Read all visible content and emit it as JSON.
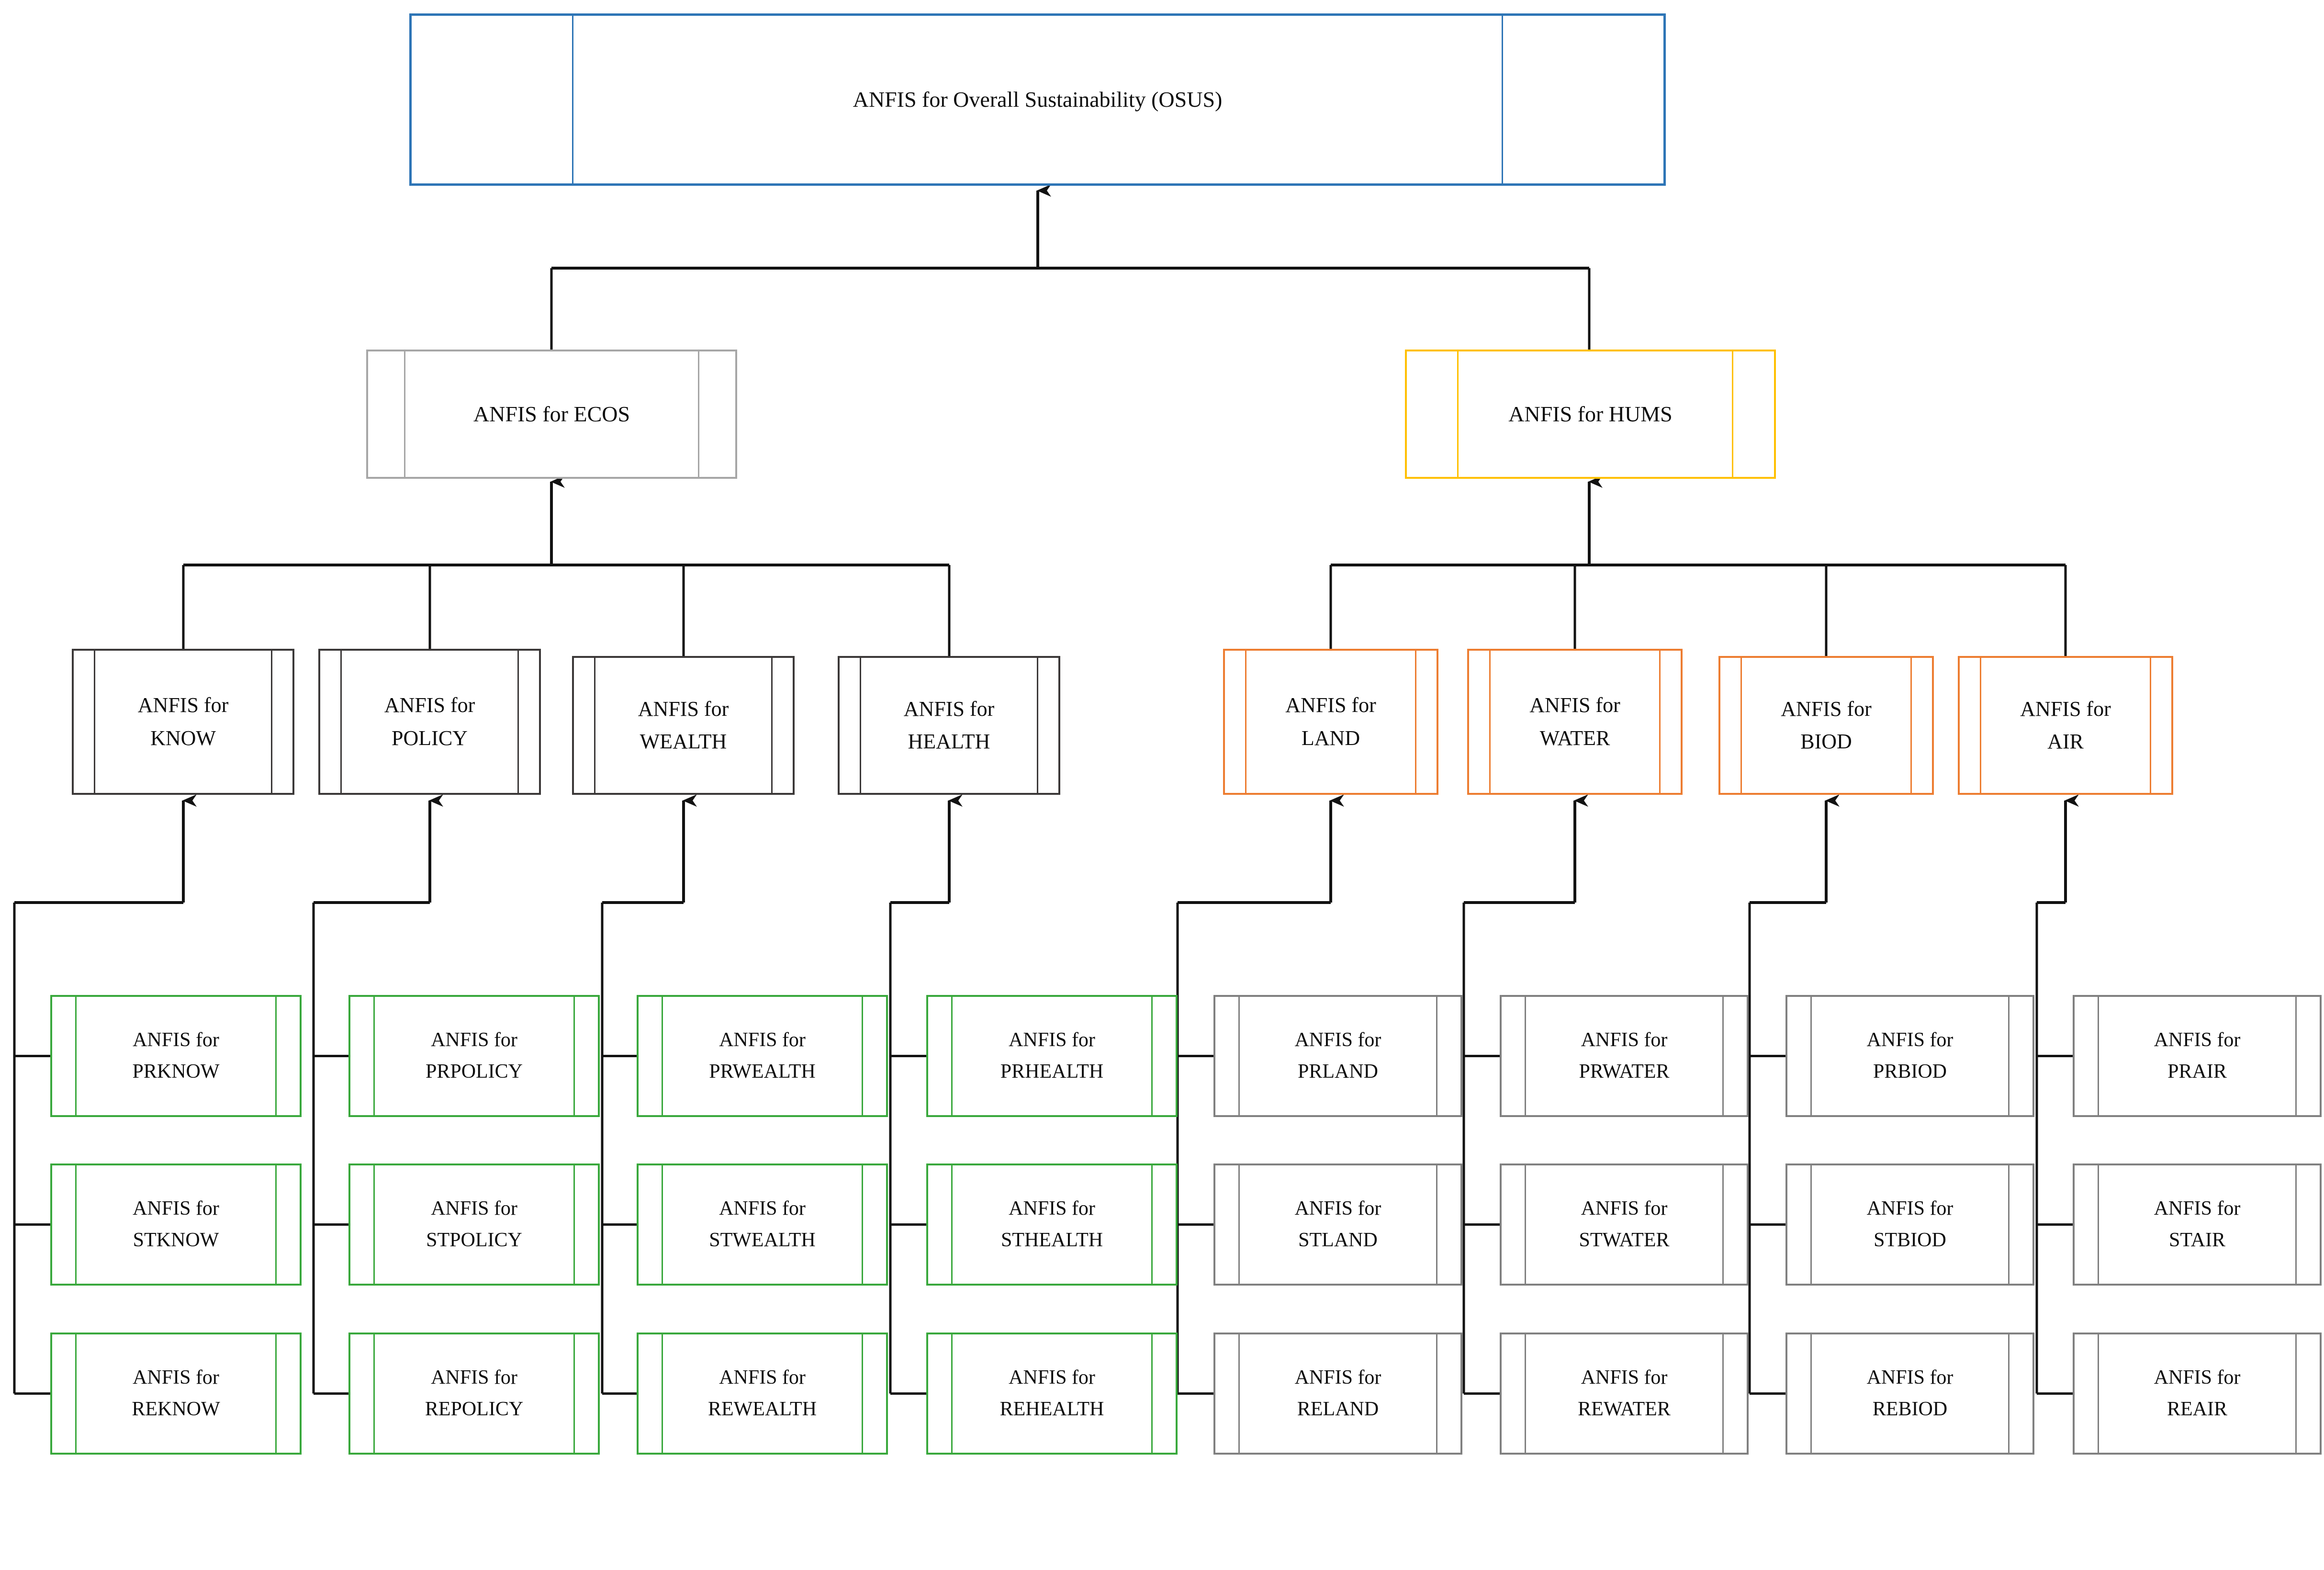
{
  "diagram": {
    "title_text": "ANFIS for Overall Sustainability (OSUS)",
    "prefix": "ANFIS for",
    "colors": {
      "root_border": "#2E75B6",
      "ecos_border": "#A6A6A6",
      "hums_border": "#FFC000",
      "ecos_children_border": "#3B3838",
      "hums_children_border": "#ED7D31",
      "ecos_leaf_border": "#39A83C",
      "hums_leaf_border": "#808080",
      "connector": "#1A1A1A",
      "text": "#0D0D0D",
      "background": "#FFFFFF"
    },
    "root": {
      "id": "osus",
      "label": "ANFIS for Overall Sustainability (OSUS)",
      "line1": "ANFIS for Overall Sustainability (OSUS)",
      "line2": ""
    },
    "level2": [
      {
        "id": "ecos",
        "label": "ANFIS for ECOS",
        "line1": "ANFIS for ECOS",
        "line2": ""
      },
      {
        "id": "hums",
        "label": "ANFIS for HUMS",
        "line1": "ANFIS for HUMS",
        "line2": ""
      }
    ],
    "level3": [
      {
        "id": "know",
        "parent": "ecos",
        "line1": "ANFIS for",
        "line2": "KNOW"
      },
      {
        "id": "policy",
        "parent": "ecos",
        "line1": "ANFIS for",
        "line2": "POLICY"
      },
      {
        "id": "wealth",
        "parent": "ecos",
        "line1": "ANFIS for",
        "line2": "WEALTH"
      },
      {
        "id": "health",
        "parent": "ecos",
        "line1": "ANFIS for",
        "line2": "HEALTH"
      },
      {
        "id": "land",
        "parent": "hums",
        "line1": "ANFIS for",
        "line2": "LAND"
      },
      {
        "id": "water",
        "parent": "hums",
        "line1": "ANFIS for",
        "line2": "WATER"
      },
      {
        "id": "biod",
        "parent": "hums",
        "line1": "ANFIS for",
        "line2": "BIOD"
      },
      {
        "id": "air",
        "parent": "hums",
        "line1": "ANFIS for",
        "line2": "AIR"
      }
    ],
    "leaves": [
      {
        "id": "prknow",
        "parent": "know",
        "row": 1,
        "line1": "ANFIS for",
        "line2": "PRKNOW"
      },
      {
        "id": "stknow",
        "parent": "know",
        "row": 2,
        "line1": "ANFIS for",
        "line2": "STKNOW"
      },
      {
        "id": "reknow",
        "parent": "know",
        "row": 3,
        "line1": "ANFIS for",
        "line2": "REKNOW"
      },
      {
        "id": "prpolicy",
        "parent": "policy",
        "row": 1,
        "line1": "ANFIS for",
        "line2": "PRPOLICY"
      },
      {
        "id": "stpolicy",
        "parent": "policy",
        "row": 2,
        "line1": "ANFIS for",
        "line2": "STPOLICY"
      },
      {
        "id": "repolicy",
        "parent": "policy",
        "row": 3,
        "line1": "ANFIS for",
        "line2": "REPOLICY"
      },
      {
        "id": "prwealth",
        "parent": "wealth",
        "row": 1,
        "line1": "ANFIS for",
        "line2": "PRWEALTH"
      },
      {
        "id": "stwealth",
        "parent": "wealth",
        "row": 2,
        "line1": "ANFIS for",
        "line2": "STWEALTH"
      },
      {
        "id": "rewealth",
        "parent": "wealth",
        "row": 3,
        "line1": "ANFIS for",
        "line2": "REWEALTH"
      },
      {
        "id": "prhealth",
        "parent": "health",
        "row": 1,
        "line1": "ANFIS for",
        "line2": "PRHEALTH"
      },
      {
        "id": "sthealth",
        "parent": "health",
        "row": 2,
        "line1": "ANFIS for",
        "line2": "STHEALTH"
      },
      {
        "id": "rehealth",
        "parent": "health",
        "row": 3,
        "line1": "ANFIS for",
        "line2": "REHEALTH"
      },
      {
        "id": "prland",
        "parent": "land",
        "row": 1,
        "line1": "ANFIS for",
        "line2": "PRLAND"
      },
      {
        "id": "stland",
        "parent": "land",
        "row": 2,
        "line1": "ANFIS for",
        "line2": "STLAND"
      },
      {
        "id": "reland",
        "parent": "land",
        "row": 3,
        "line1": "ANFIS for",
        "line2": "RELAND"
      },
      {
        "id": "prwater",
        "parent": "water",
        "row": 1,
        "line1": "ANFIS for",
        "line2": "PRWATER"
      },
      {
        "id": "stwater",
        "parent": "water",
        "row": 2,
        "line1": "ANFIS for",
        "line2": "STWATER"
      },
      {
        "id": "rewater",
        "parent": "water",
        "row": 3,
        "line1": "ANFIS for",
        "line2": "REWATER"
      },
      {
        "id": "prbiod",
        "parent": "biod",
        "row": 1,
        "line1": "ANFIS for",
        "line2": "PRBIOD"
      },
      {
        "id": "stbiod",
        "parent": "biod",
        "row": 2,
        "line1": "ANFIS for",
        "line2": "STBIOD"
      },
      {
        "id": "rebiod",
        "parent": "biod",
        "row": 3,
        "line1": "ANFIS for",
        "line2": "REBIOD"
      },
      {
        "id": "prair",
        "parent": "air",
        "row": 1,
        "line1": "ANFIS for",
        "line2": "PRAIR"
      },
      {
        "id": "stair",
        "parent": "air",
        "row": 2,
        "line1": "ANFIS for",
        "line2": "STAIR"
      },
      {
        "id": "reair",
        "parent": "air",
        "row": 3,
        "line1": "ANFIS for",
        "line2": "REAIR"
      }
    ]
  }
}
